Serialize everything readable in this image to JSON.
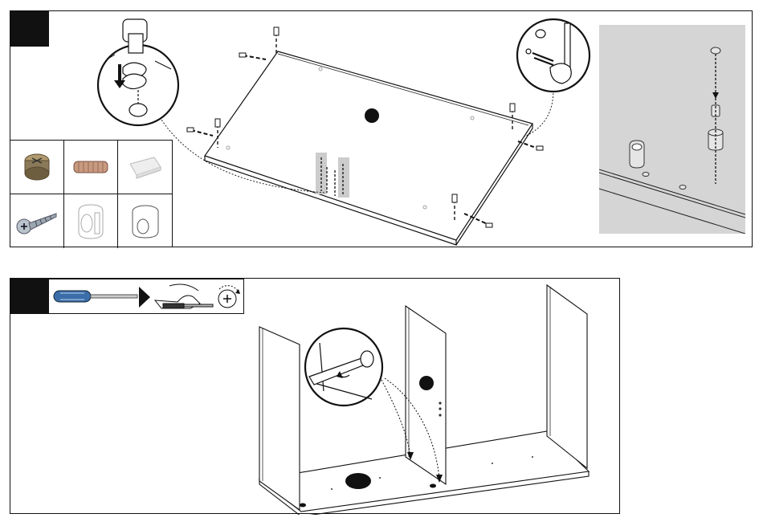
{
  "steps": [
    {
      "id": "step-1",
      "parts": [
        {
          "name": "cam-lock-fitting",
          "icon": "cam-lock-icon"
        },
        {
          "name": "wooden-dowel",
          "icon": "dowel-icon"
        },
        {
          "name": "plastic-dowel",
          "icon": "plastic-dowel-icon"
        },
        {
          "name": "screw",
          "icon": "screw-icon"
        },
        {
          "name": "cam-cap",
          "icon": "cam-cap-icon"
        },
        {
          "name": "spacer-sleeve",
          "icon": "sleeve-icon"
        }
      ],
      "callouts": [
        "hammer-insert-detail",
        "cam-screw-detail",
        "side-detail"
      ]
    },
    {
      "id": "step-2",
      "tools": [
        "screwdriver-icon",
        "hand-tighten-icon",
        "rotate-clockwise-icon"
      ],
      "callouts": [
        "cam-tighten-detail"
      ]
    }
  ],
  "colors": {
    "line": "#111111",
    "detail_bg": "#d5d5d5",
    "screwdriver_handle": "#3b6ea8",
    "cam_metal": "#8a7a5a",
    "dowel_wood": "#c89a80"
  }
}
